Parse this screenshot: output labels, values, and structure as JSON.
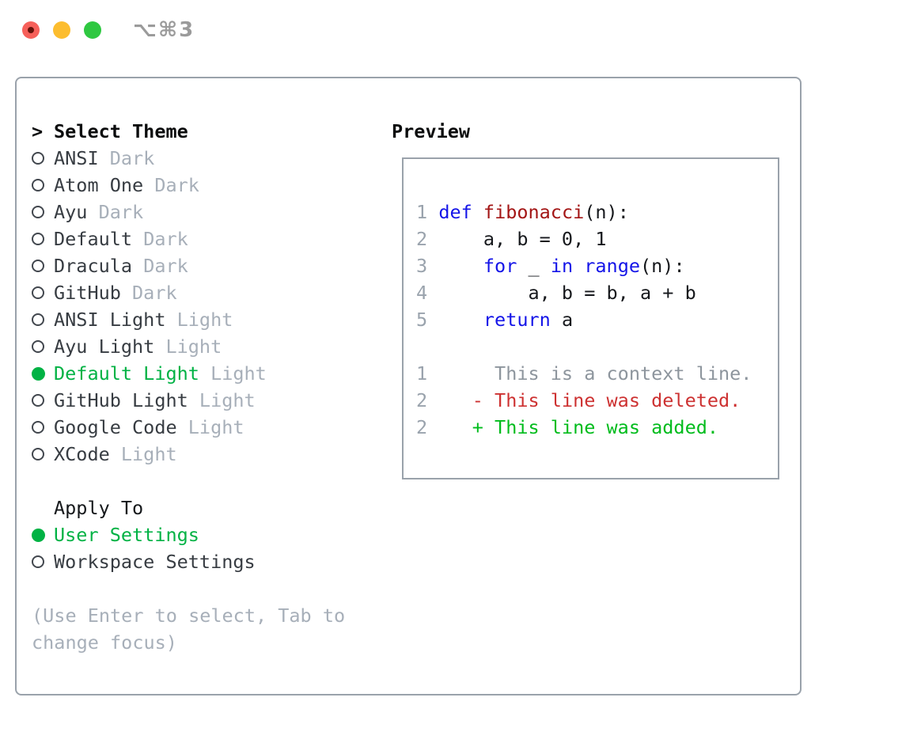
{
  "window": {
    "title": "⌥⌘3",
    "traffic_lights": [
      {
        "name": "close",
        "color": "#f6605a",
        "dot_color": "#65120a"
      },
      {
        "name": "minimize",
        "color": "#fcbd2f"
      },
      {
        "name": "zoom",
        "color": "#2fc841"
      }
    ]
  },
  "colors": {
    "border": "#9aa2ab",
    "green": "#00b244",
    "keyword": "#1414e8",
    "function": "#a31515",
    "deleted": "#cd3131",
    "added": "#00bc1c",
    "muted": "#a7afb9",
    "lnum": "#9aa3ad",
    "context": "#8d959d",
    "textDark": "#373c42",
    "headerText": "#0b0c0d",
    "plain": "#16181c"
  },
  "theme_panel": {
    "header": {
      "prefix": ">",
      "label": "Select Theme"
    },
    "items": [
      {
        "name": "ANSI",
        "variant": "Dark",
        "selected": false
      },
      {
        "name": "Atom One",
        "variant": "Dark",
        "selected": false
      },
      {
        "name": "Ayu",
        "variant": "Dark",
        "selected": false
      },
      {
        "name": "Default",
        "variant": "Dark",
        "selected": false
      },
      {
        "name": "Dracula",
        "variant": "Dark",
        "selected": false
      },
      {
        "name": "GitHub",
        "variant": "Dark",
        "selected": false
      },
      {
        "name": "ANSI Light",
        "variant": "Light",
        "selected": false
      },
      {
        "name": "Ayu Light",
        "variant": "Light",
        "selected": false
      },
      {
        "name": "Default Light",
        "variant": "Light",
        "selected": true
      },
      {
        "name": "GitHub Light",
        "variant": "Light",
        "selected": false
      },
      {
        "name": "Google Code",
        "variant": "Light",
        "selected": false
      },
      {
        "name": "XCode",
        "variant": "Light",
        "selected": false
      }
    ],
    "apply_to": {
      "label": "Apply To",
      "options": [
        {
          "name": "User Settings",
          "selected": true
        },
        {
          "name": "Workspace Settings",
          "selected": false
        }
      ]
    },
    "help_lines": [
      "(Use Enter to select, Tab to",
      "change focus)"
    ]
  },
  "preview": {
    "label": "Preview",
    "code_lines": [
      [
        {
          "c": "lnum",
          "t": "1"
        },
        {
          "c": "plain",
          "t": " "
        },
        {
          "c": "keyword",
          "t": "def"
        },
        {
          "c": "plain",
          "t": " "
        },
        {
          "c": "function",
          "t": "fibonacci"
        },
        {
          "c": "plain",
          "t": "(n):"
        }
      ],
      [
        {
          "c": "lnum",
          "t": "2"
        },
        {
          "c": "plain",
          "t": "     a, b = 0, 1"
        }
      ],
      [
        {
          "c": "lnum",
          "t": "3"
        },
        {
          "c": "plain",
          "t": "     "
        },
        {
          "c": "keyword",
          "t": "for"
        },
        {
          "c": "plain",
          "t": " _ "
        },
        {
          "c": "keyword",
          "t": "in"
        },
        {
          "c": "plain",
          "t": " "
        },
        {
          "c": "keyword",
          "t": "range"
        },
        {
          "c": "plain",
          "t": "(n):"
        }
      ],
      [
        {
          "c": "lnum",
          "t": "4"
        },
        {
          "c": "plain",
          "t": "         a, b = b, a + b"
        }
      ],
      [
        {
          "c": "lnum",
          "t": "5"
        },
        {
          "c": "plain",
          "t": "     "
        },
        {
          "c": "keyword",
          "t": "return"
        },
        {
          "c": "plain",
          "t": " a"
        }
      ]
    ],
    "diff_lines": [
      [
        {
          "c": "lnum",
          "t": "1"
        },
        {
          "c": "context",
          "t": "      This is a context line."
        }
      ],
      [
        {
          "c": "lnum",
          "t": "2"
        },
        {
          "c": "deleted",
          "t": "    - This line was deleted."
        }
      ],
      [
        {
          "c": "lnum",
          "t": "2"
        },
        {
          "c": "added",
          "t": "    + This line was added."
        }
      ]
    ]
  }
}
